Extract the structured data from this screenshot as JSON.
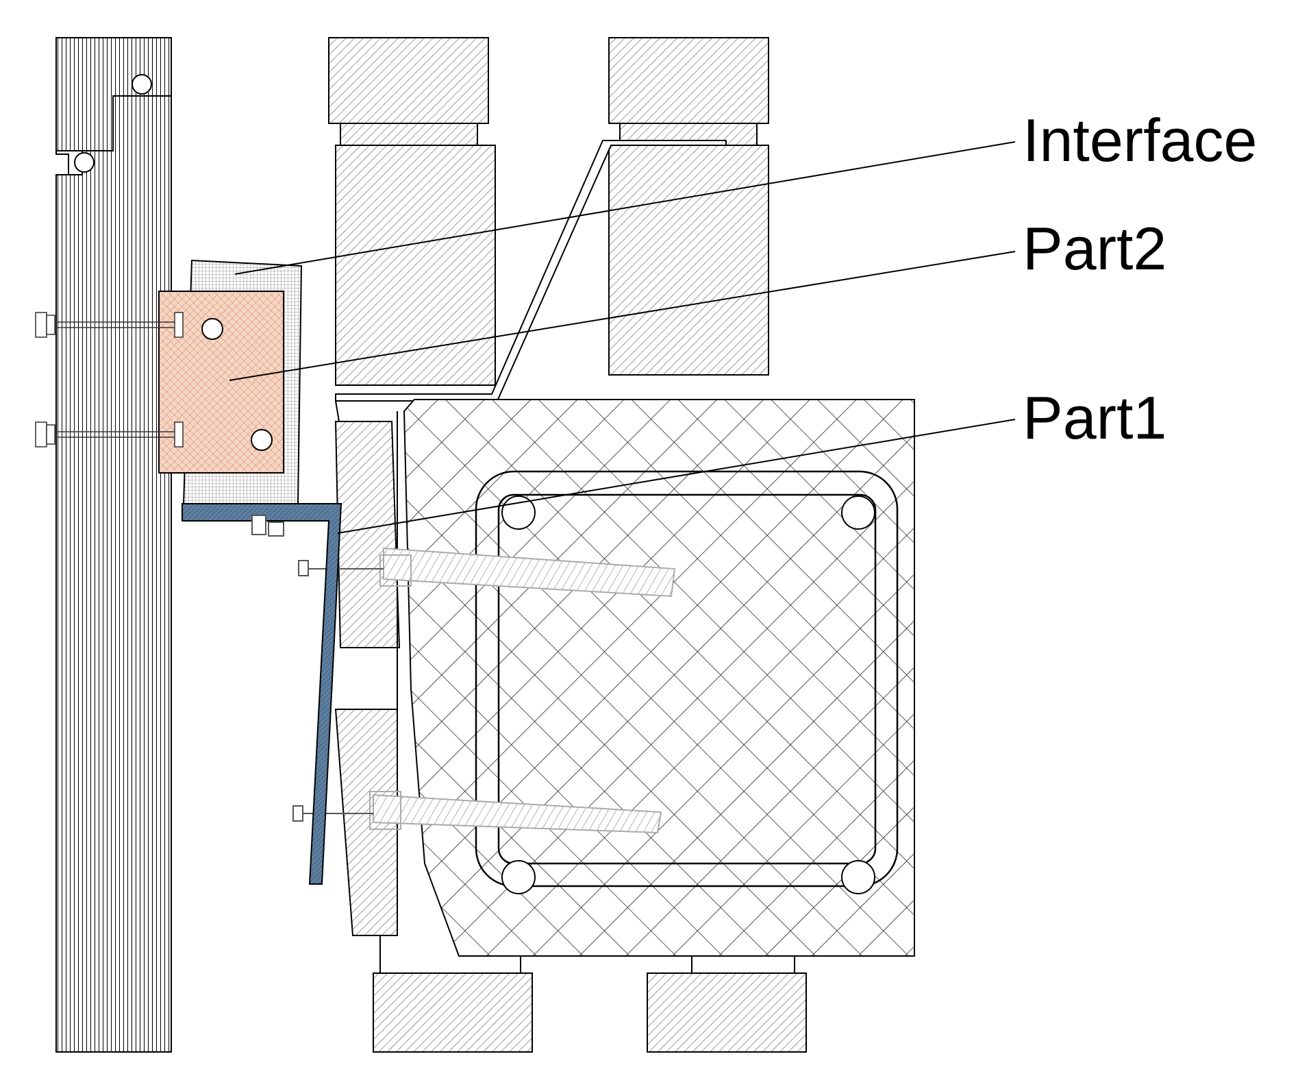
{
  "labels": {
    "interface": "Interface",
    "part2": "Part2",
    "part1": "Part1"
  },
  "colors": {
    "line": "#000000",
    "hatch": "#555555",
    "part2_fill": "#f3d6c4",
    "part2_hatch": "#e0805a",
    "part1_fill": "#5f7f9f",
    "part1_hatch": "#2f4f73",
    "interface_mesh": "#777777"
  }
}
